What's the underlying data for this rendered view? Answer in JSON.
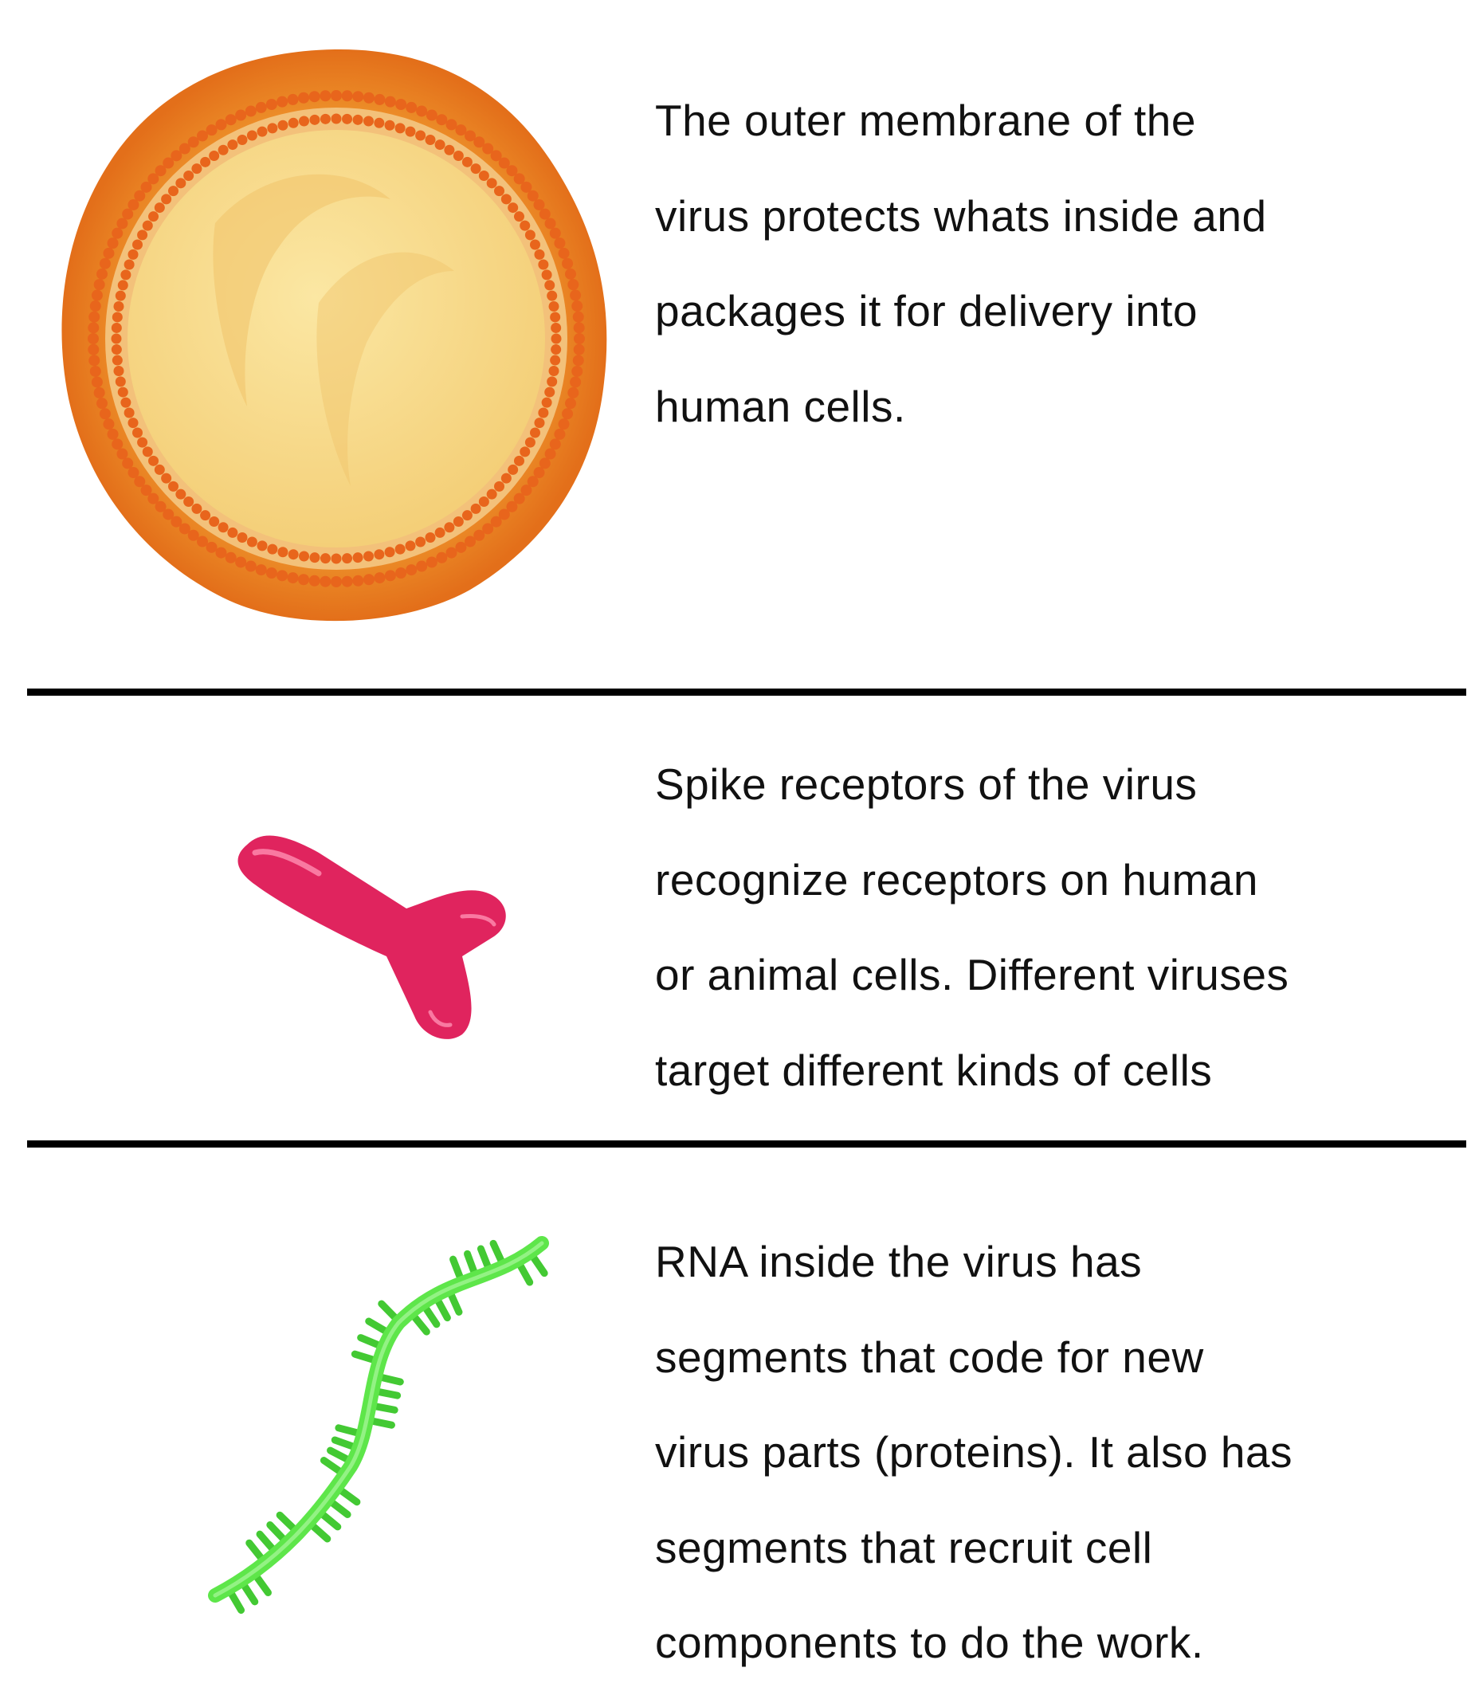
{
  "sections": [
    {
      "id": "membrane",
      "icon": "virus-membrane-icon",
      "lines": [
        "The outer membrane of the",
        "virus protects whats inside and",
        "packages it for delivery into",
        "human cells."
      ]
    },
    {
      "id": "spike",
      "icon": "spike-protein-icon",
      "lines": [
        "Spike receptors of the virus",
        "recognize receptors on human",
        "or animal cells. Different viruses",
        "target different kinds of cells"
      ]
    },
    {
      "id": "rna",
      "icon": "rna-strand-icon",
      "lines": [
        "RNA inside the virus has",
        "segments that code for new",
        "virus parts (proteins). It also has",
        "segments that recruit cell",
        "components to do the work."
      ]
    }
  ],
  "colors": {
    "membrane_outer": "#ea7d22",
    "membrane_inner": "#f7d98a",
    "spike": "#e0245e",
    "rna": "#5ee64a",
    "rule": "#000000"
  }
}
